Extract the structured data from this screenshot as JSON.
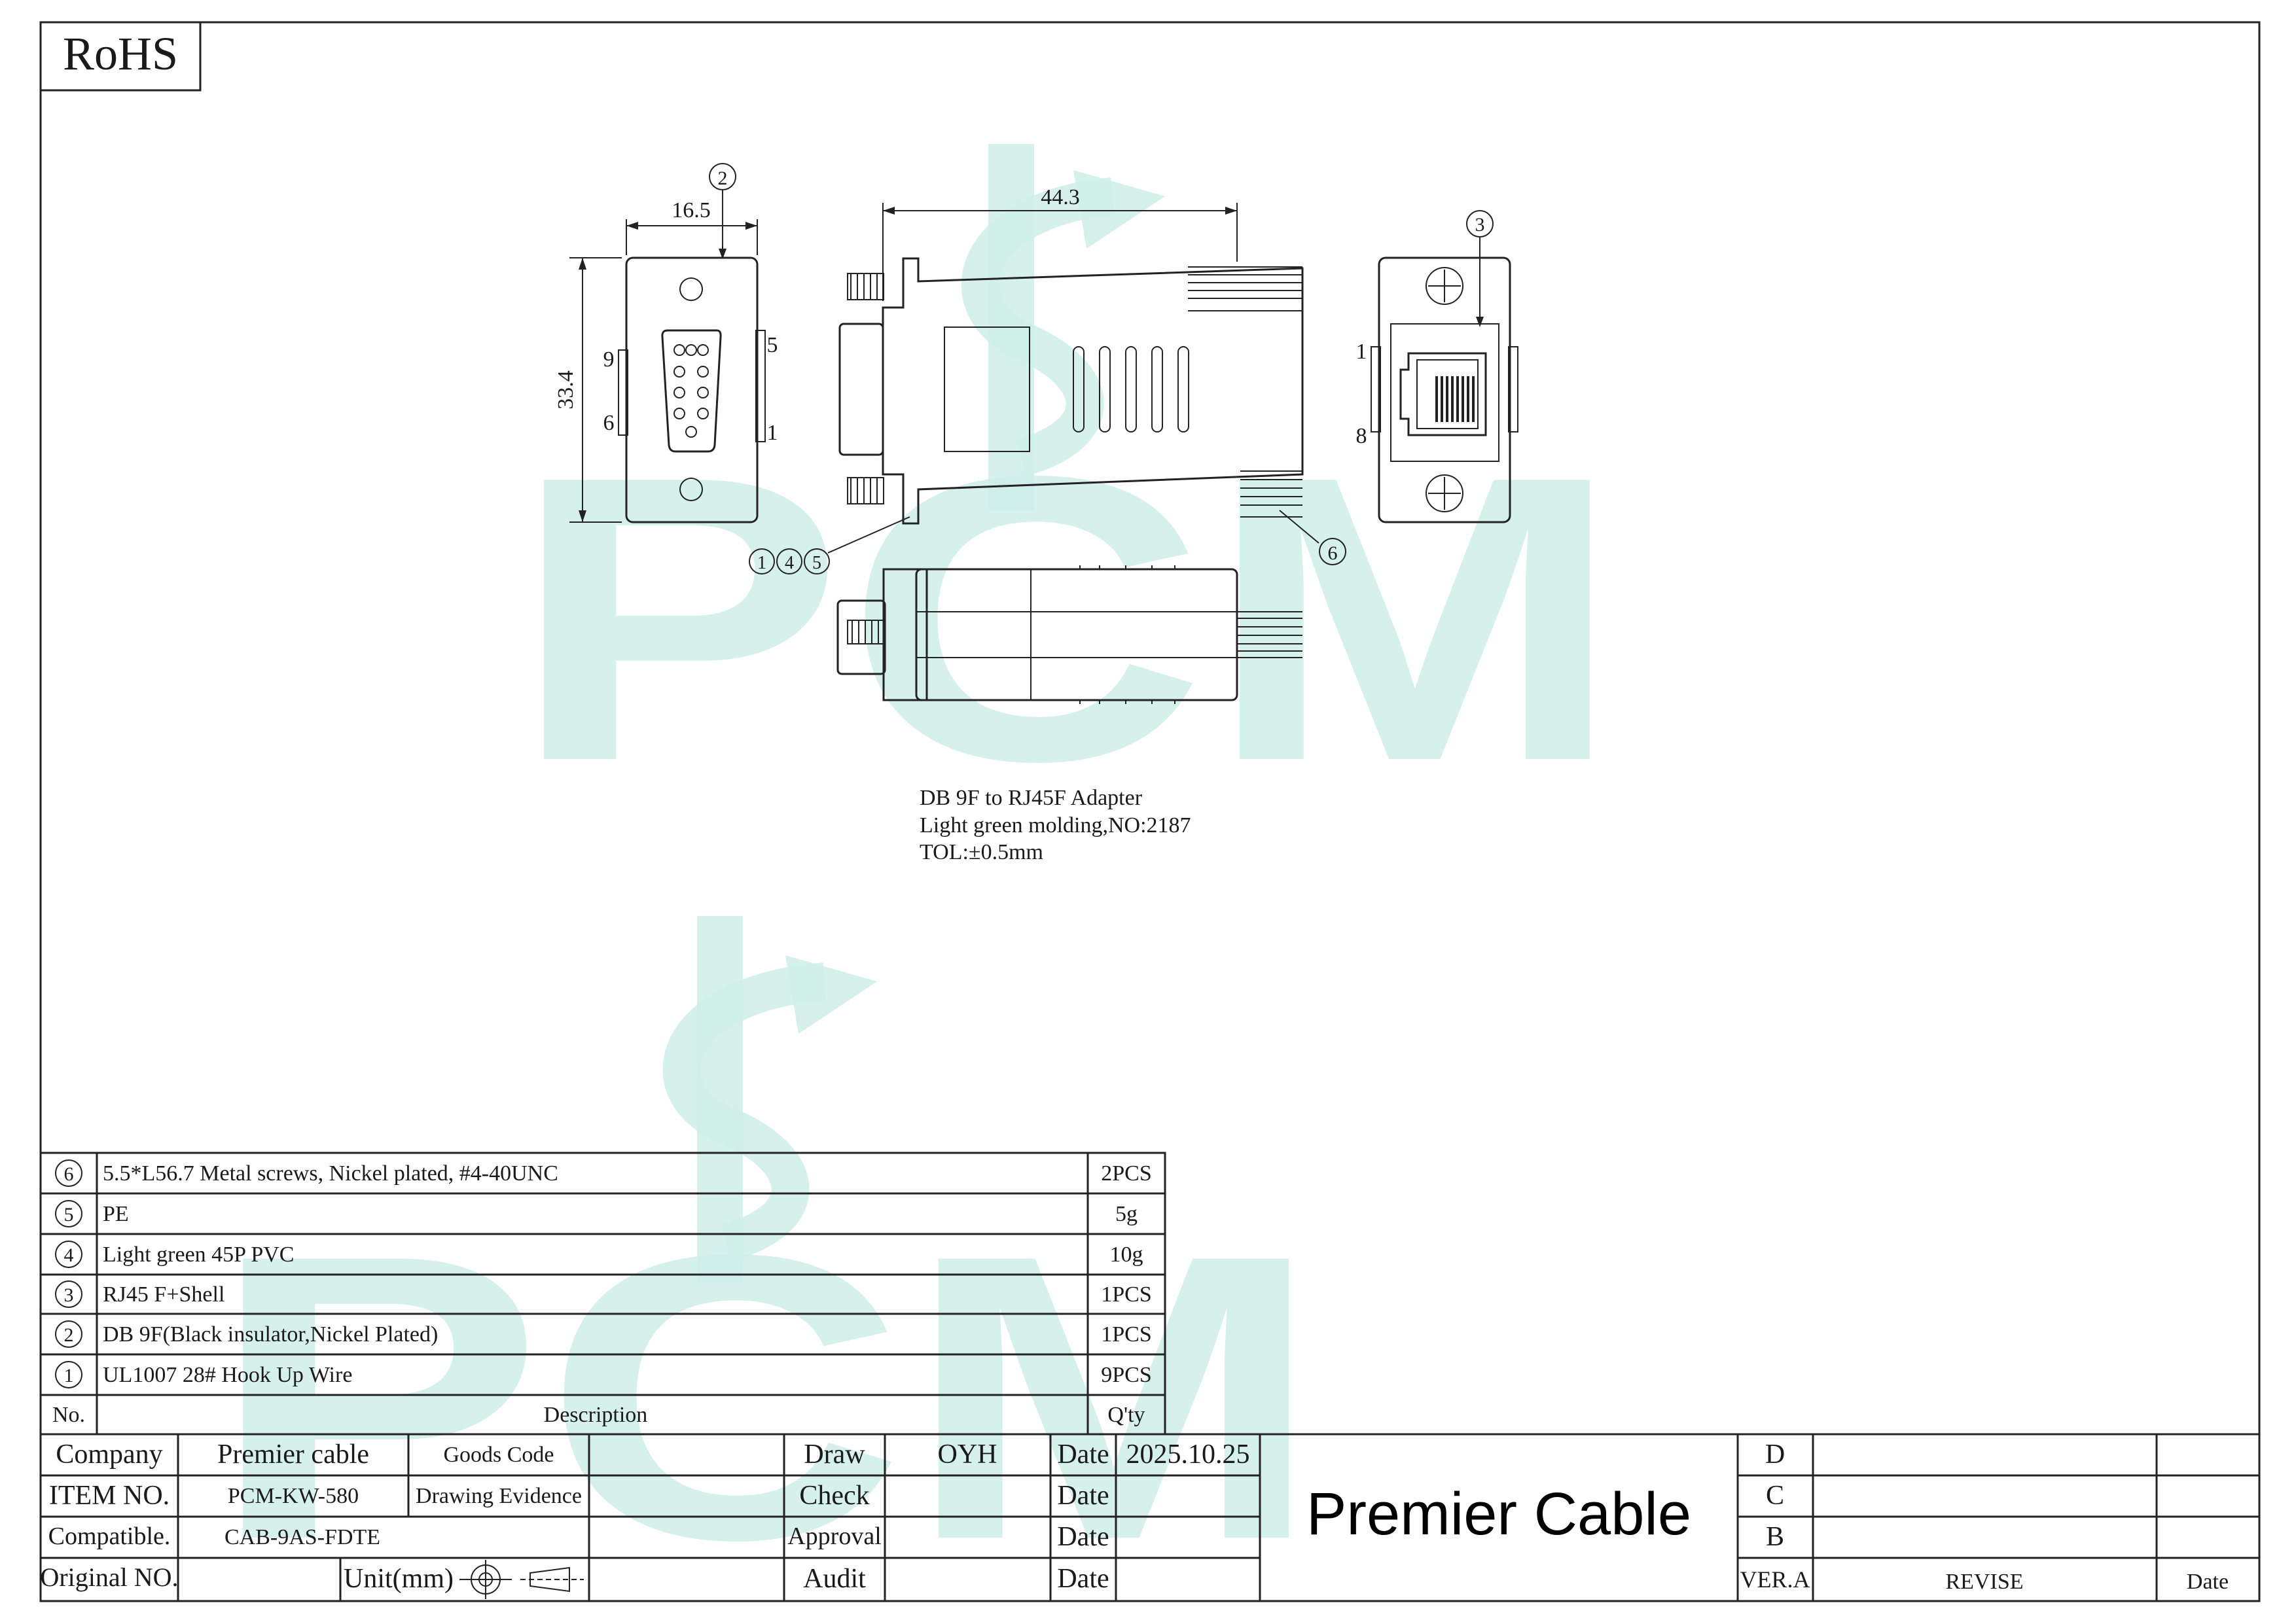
{
  "rohs": "RoHS",
  "watermark": {
    "text": "PCM",
    "color": "#cfeee9"
  },
  "dimensions": {
    "width_front": "16.5",
    "height_front": "33.4",
    "length_side": "44.3"
  },
  "pin_labels": {
    "db9_left_top": "9",
    "db9_left_bottom": "6",
    "db9_right_top": "5",
    "db9_right_bottom": "1",
    "rj45_top": "1",
    "rj45_bottom": "8"
  },
  "callouts": {
    "db9": "2",
    "rj45": "3",
    "screws": "6",
    "group": [
      "1",
      "4",
      "5"
    ]
  },
  "notes": [
    "DB 9F to RJ45F Adapter",
    "Light green molding,NO:2187",
    "TOL:±0.5mm"
  ],
  "bom": {
    "rows": [
      {
        "no": "6",
        "description": "5.5*L56.7 Metal screws, Nickel plated, #4-40UNC",
        "qty": "2PCS"
      },
      {
        "no": "5",
        "description": "PE",
        "qty": "5g"
      },
      {
        "no": "4",
        "description": "Light green 45P PVC",
        "qty": "10g"
      },
      {
        "no": "3",
        "description": "RJ45 F+Shell",
        "qty": "1PCS"
      },
      {
        "no": "2",
        "description": "DB 9F(Black insulator,Nickel Plated)",
        "qty": "1PCS"
      },
      {
        "no": "1",
        "description": "UL1007 28# Hook Up Wire",
        "qty": "9PCS"
      }
    ],
    "header": {
      "no": "No.",
      "description": "Description",
      "qty": "Q'ty"
    }
  },
  "title_block": {
    "company_label": "Company",
    "company_value": "Premier cable",
    "goods_code_label": "Goods Code",
    "item_label": "ITEM NO.",
    "item_value": "PCM-KW-580",
    "drawing_evidence_label": "Drawing Evidence",
    "compatible_label": "Compatible.",
    "compatible_value": "CAB-9AS-FDTE",
    "original_label": "Original NO.",
    "unit_label": "Unit(mm)",
    "draw_label": "Draw",
    "draw_value": "OYH",
    "check_label": "Check",
    "approval_label": "Approval",
    "audit_label": "Audit",
    "date_label": "Date",
    "date_value": "2025.10.25",
    "brand": "Premier Cable",
    "rev_d": "D",
    "rev_c": "C",
    "rev_b": "B",
    "ver_label": "VER.A",
    "revise_label": "REVISE",
    "rev_date_label": "Date"
  }
}
